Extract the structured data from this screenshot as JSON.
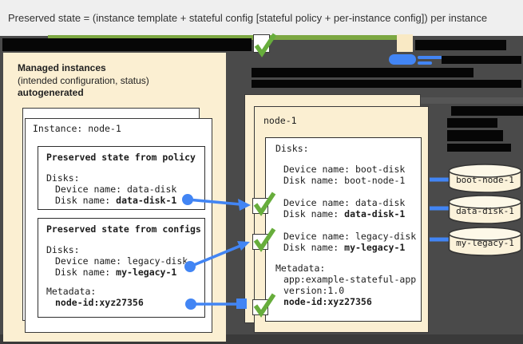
{
  "banner": {
    "formula": "Preserved state = (instance template + stateful config [stateful policy + per-instance config]) per instance"
  },
  "left_panel": {
    "title": "Managed instances",
    "subtitle": "(intended configuration, status)",
    "subtitle2": "autogenerated",
    "instance_card": {
      "title": "Instance: node-1",
      "policy_box": {
        "title": "Preserved state from policy",
        "disks_label": "Disks:",
        "device_line": "Device name: data-disk",
        "disk_label": "Disk name: ",
        "disk_value": "data-disk-1"
      },
      "configs_box": {
        "title": "Preserved state from configs",
        "disks_label": "Disks:",
        "device_line": "Device name: legacy-disk",
        "disk_label": "Disk name: ",
        "disk_value": "my-legacy-1",
        "metadata_label": "Metadata:",
        "metadata_value": "node-id:xyz27356"
      }
    }
  },
  "right_panel": {
    "title": "node-1",
    "disks_label": "Disks:",
    "rows": [
      {
        "device_line": "Device name: boot-disk",
        "disk_label": "Disk name: ",
        "disk_value": "boot-node-1",
        "disk_bold": false
      },
      {
        "device_line": "Device name: data-disk",
        "disk_label": "Disk name: ",
        "disk_value": "data-disk-1",
        "disk_bold": true
      },
      {
        "device_line": "Device name: legacy-disk",
        "disk_label": "Disk name: ",
        "disk_value": "my-legacy-1",
        "disk_bold": true
      }
    ],
    "metadata_label": "Metadata:",
    "metadata_lines": [
      "app:example-stateful-app",
      "version:1.0"
    ],
    "metadata_bold_line": "node-id:xyz27356"
  },
  "disk_cylinders": [
    {
      "label": "boot-node-1"
    },
    {
      "label": "data-disk-1"
    },
    {
      "label": "my-legacy-1"
    }
  ],
  "colors": {
    "background_dark": "#4a4a4a",
    "banner_bg": "#efefef",
    "panel_cream": "#fbefd2",
    "cylinder_cream": "#fbf2da",
    "check_green": "#67ad3c",
    "bar_green": "#7ca742",
    "arrow_blue": "#4285f4",
    "redaction_black": "#060606"
  }
}
